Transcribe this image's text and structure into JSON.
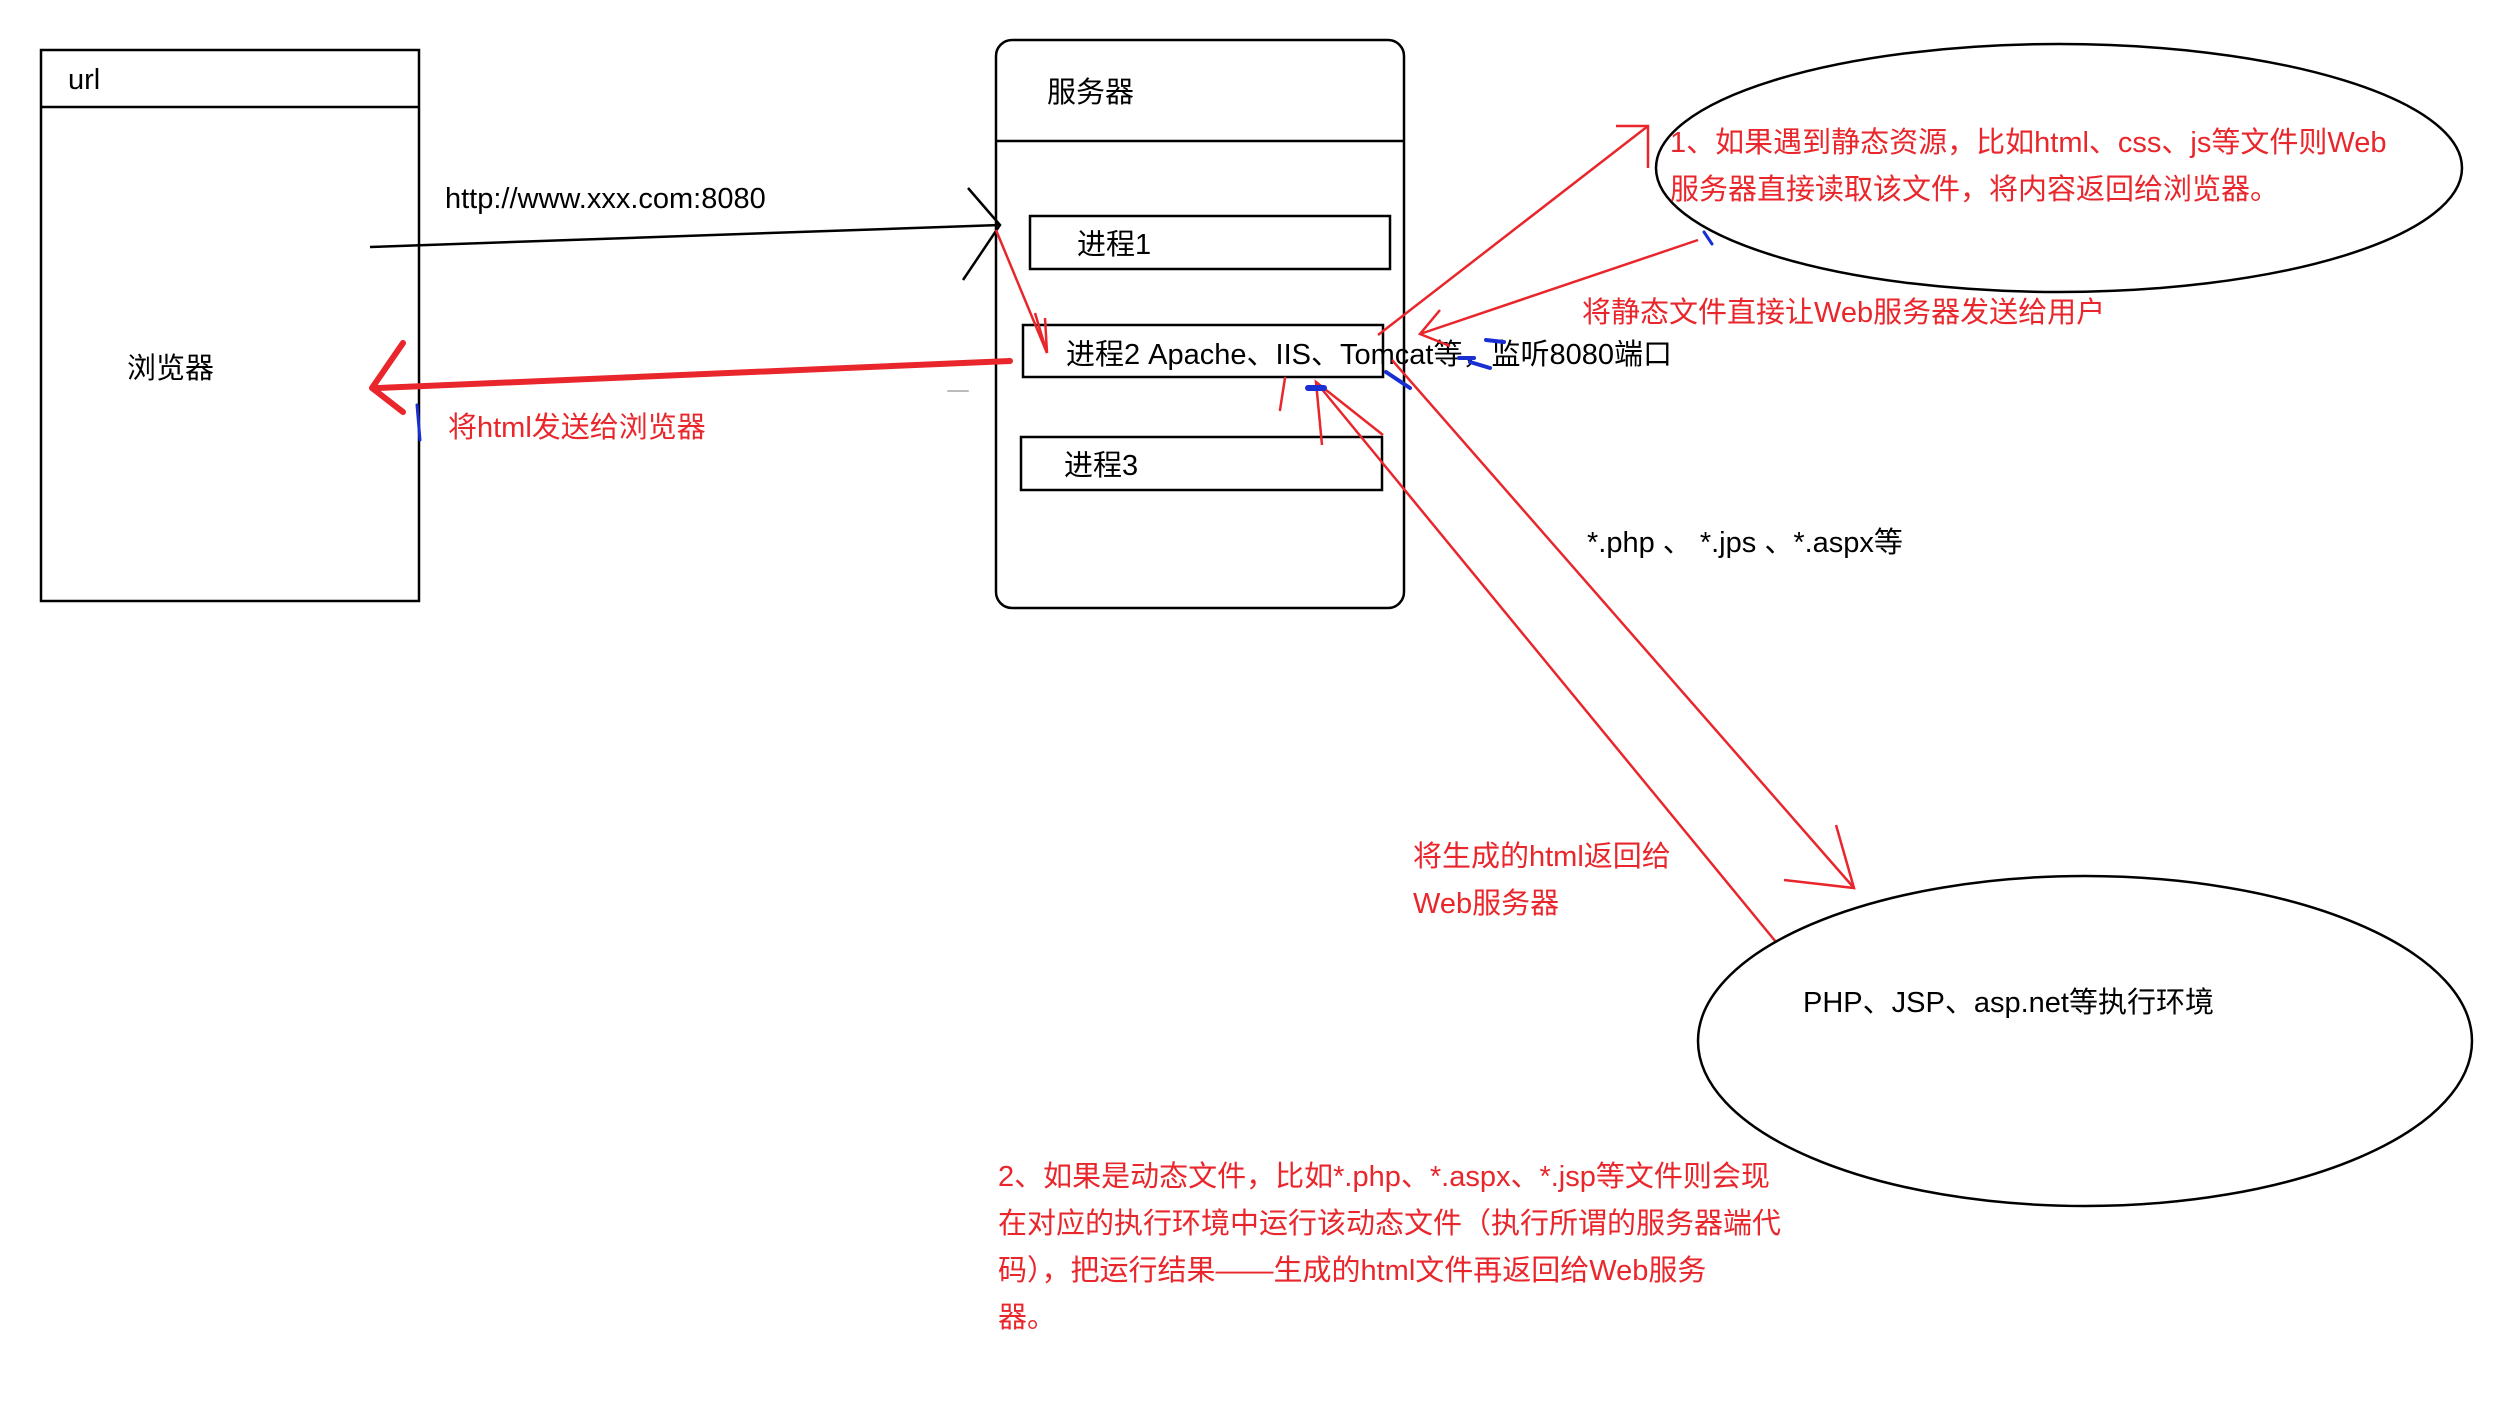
{
  "colors": {
    "ink": "#000000",
    "accent": "#e8262b",
    "marker": "#1a2fd1"
  },
  "browser": {
    "url_label": "url",
    "name": "浏览器"
  },
  "server": {
    "title": "服务器",
    "process1": "进程1",
    "process2": "进程2 Apache、IIS、Tomcat等，监听8080端口",
    "process3": "进程3"
  },
  "request_label": "http://www.xxx.com:8080",
  "response_label": "将html发送给浏览器",
  "static_note": {
    "line1": "1、如果遇到静态资源，比如html、css、js等文件则Web",
    "line2": "服务器直接读取该文件，将内容返回给浏览器。"
  },
  "static_return_label": "将静态文件直接让Web服务器发送给用户",
  "dynamic_types_label": "*.php 、 *.jps 、*.aspx等",
  "runtime_return_label": {
    "line1": "将生成的html返回给",
    "line2": "Web服务器"
  },
  "runtime_env": "PHP、JSP、asp.net等执行环境",
  "dynamic_note": {
    "line1": "2、如果是动态文件，比如*.php、*.aspx、*.jsp等文件则会现",
    "line2": "在对应的执行环境中运行该动态文件（执行所谓的服务器端代",
    "line3": "码），把运行结果——生成的html文件再返回给Web服务",
    "line4": "器。"
  }
}
